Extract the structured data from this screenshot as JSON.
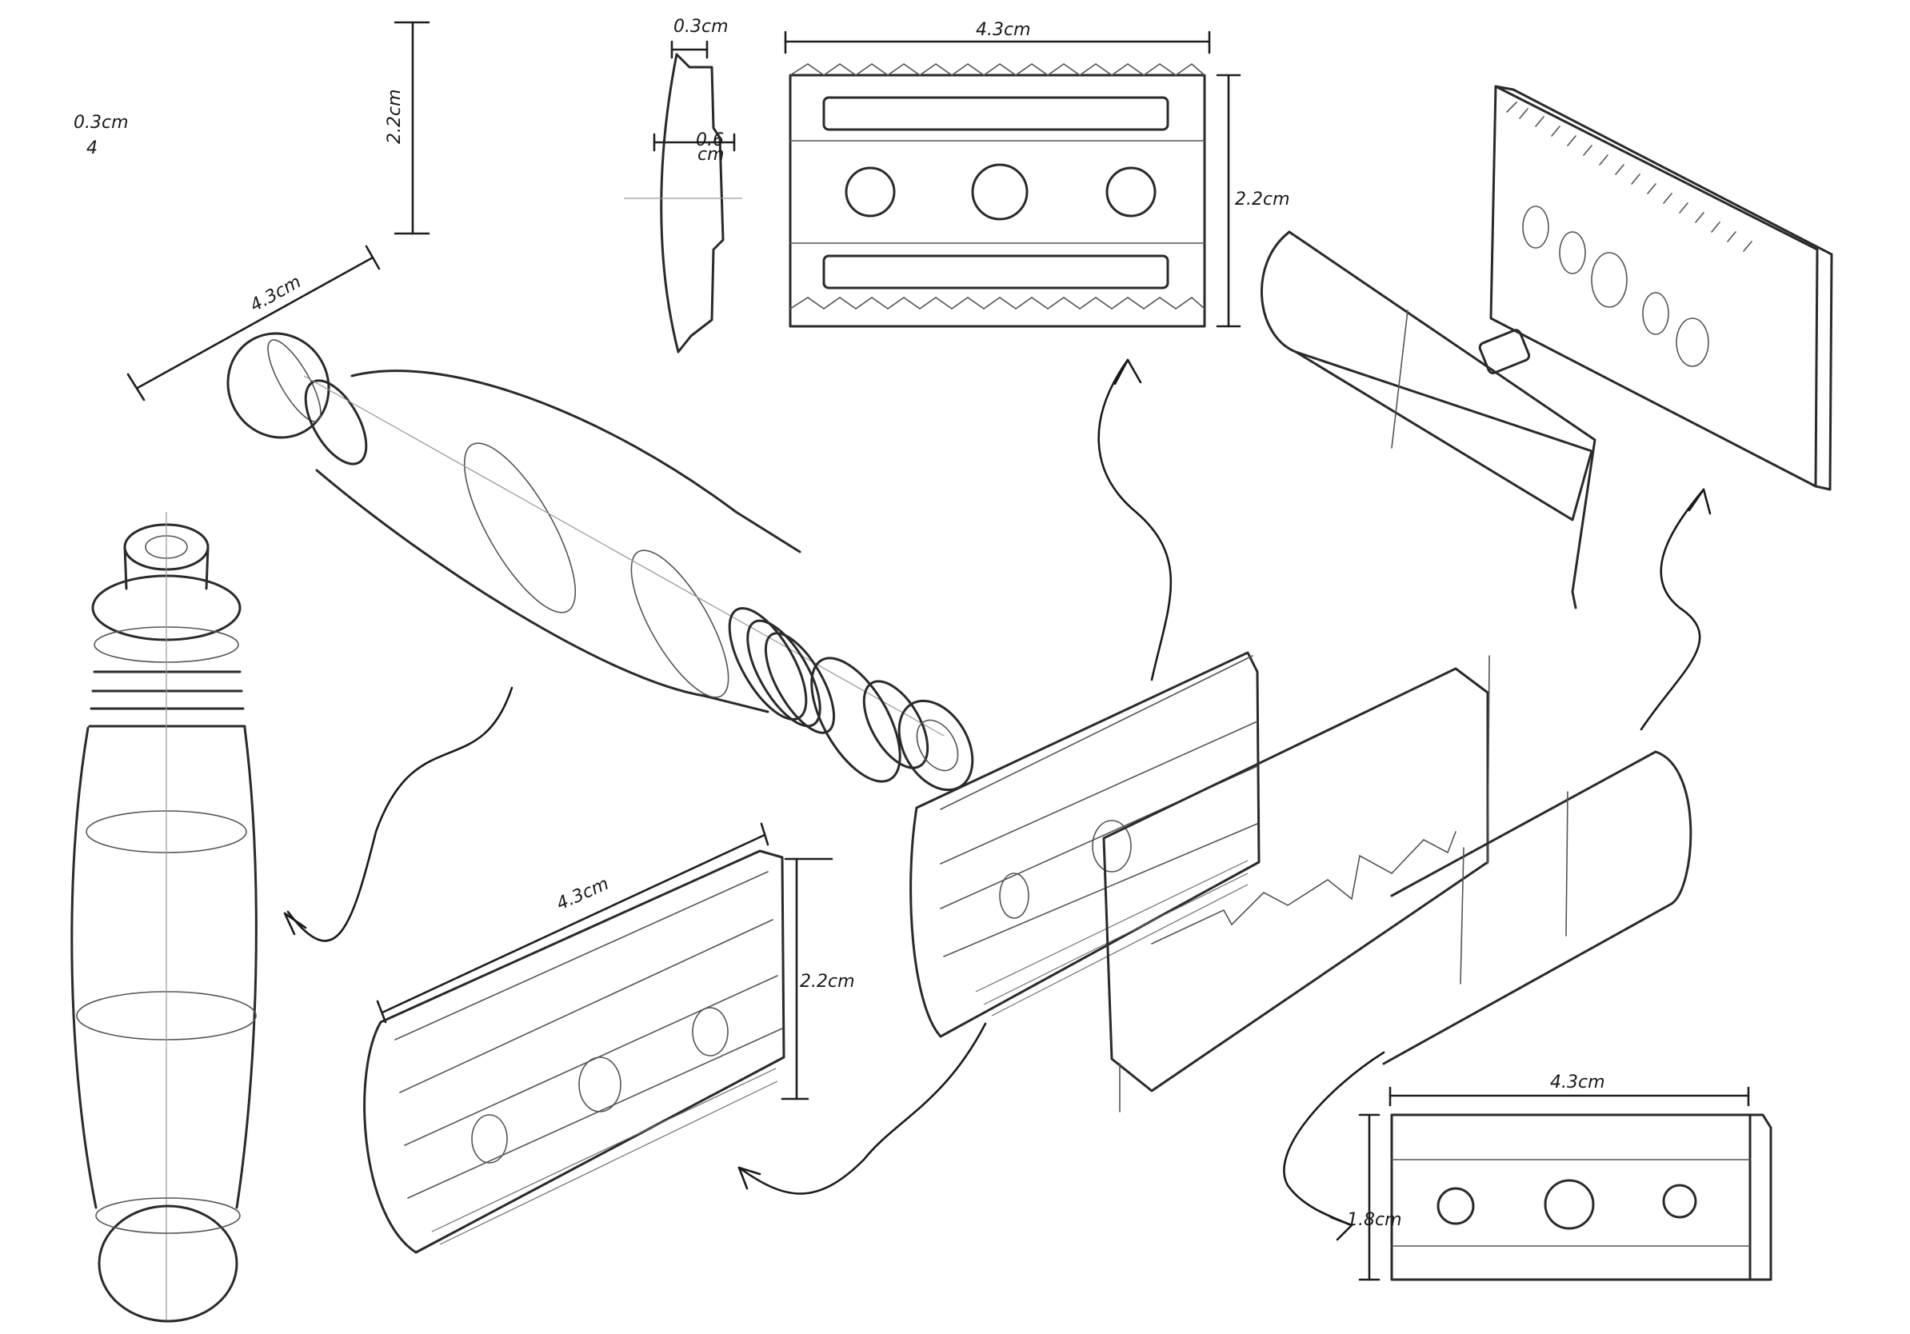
{
  "dimensions": {
    "corner_note_1": "0.3cm",
    "corner_note_2": "4",
    "height_top_left": "2.2cm",
    "handle_length": "4.3cm",
    "side_thickness": "0.3cm",
    "side_depth_value": "0.6",
    "side_depth_unit": "cm",
    "top_plate_width": "4.3cm",
    "top_plate_height": "2.2cm",
    "iso_plate_width": "4.3cm",
    "iso_plate_height": "2.2cm",
    "base_plate_width": "4.3cm",
    "base_plate_height": "1.8cm"
  },
  "views": [
    "handle-vertical-view",
    "handle-isometric-view",
    "head-side-profile",
    "head-top-plate-front-view",
    "head-top-plate-isometric-view",
    "head-exploded-assembly",
    "head-exploded-detail-view",
    "base-plate-view"
  ]
}
